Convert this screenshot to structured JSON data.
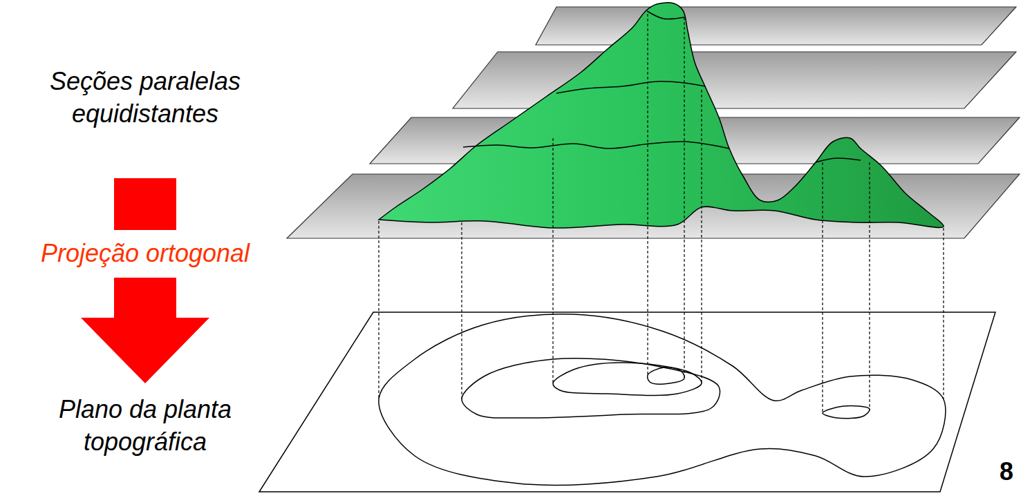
{
  "diagram": {
    "labels": [
      "Seções paralelas equidistantes",
      "Projeção ortogonal",
      "Plano da planta topográfica",
      "8"
    ]
  }
}
